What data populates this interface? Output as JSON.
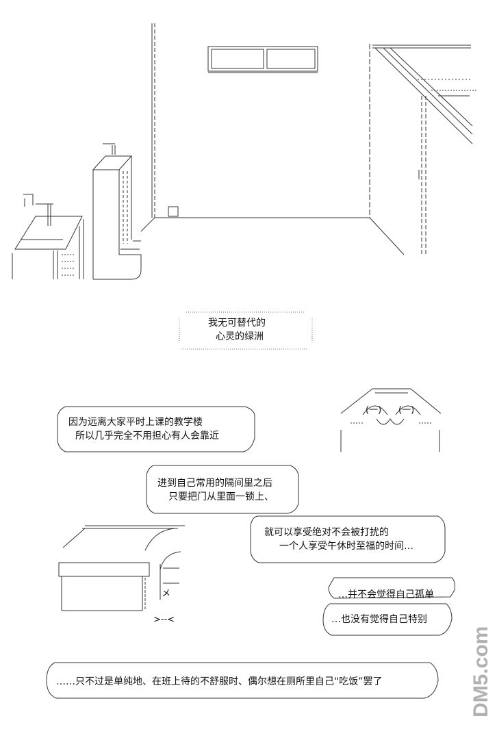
{
  "title": {
    "line1": "我无可替代的",
    "line2": "心灵的绿洲"
  },
  "bubbles": [
    {
      "lines": [
        "因为远离大家平时上课的教学楼",
        "所以几乎完全不用担心有人会靠近"
      ]
    },
    {
      "lines": [
        "进到自己常用的隔间里之后",
        "只要把门从里面一锁上、"
      ]
    },
    {
      "lines": [
        "就可以享受绝对不会被打扰的",
        "一个人享受午休时至福的时间…"
      ]
    },
    {
      "lines": [
        "…并不会觉得自己孤单"
      ]
    },
    {
      "lines": [
        "…也没有觉得自己特别"
      ]
    },
    {
      "lines": [
        "……只不过是单纯地、在班上待的不舒服时、偶尔想在厕所里自己“吃饭”罢了"
      ]
    }
  ],
  "watermark": "DM5.com",
  "ascii_bits": {
    "face_l": "(一)",
    "face_r": "(一)",
    "hands": ">--<",
    "x_mark": "メ"
  }
}
